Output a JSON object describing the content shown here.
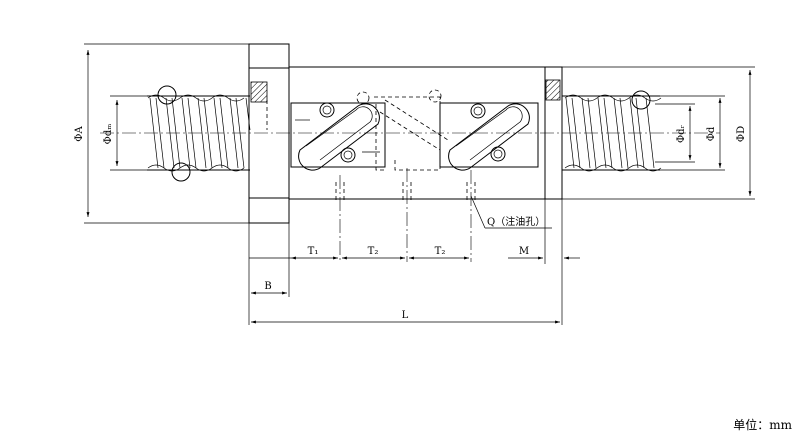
{
  "labels": {
    "phiA": "ΦA",
    "phiDm": "Φdₘ",
    "phiDr": "Φdᵣ",
    "phid": "Φd",
    "phiD": "ΦD",
    "T1": "T₁",
    "T2a": "T₂",
    "T2b": "T₂",
    "M": "M",
    "B": "B",
    "L": "L",
    "Q": "Q（注油孔）"
  },
  "unit": "单位：mm"
}
